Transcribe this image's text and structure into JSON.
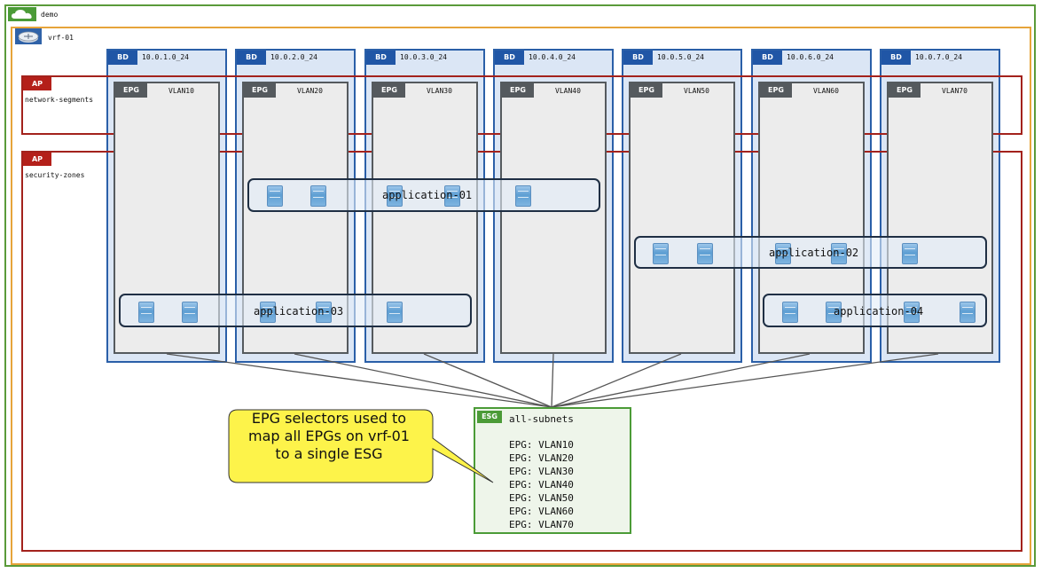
{
  "tenant": {
    "label": "demo",
    "tag_icon": "cloud-icon"
  },
  "vrf": {
    "label": "vrf-01",
    "tag_icon": "router-icon"
  },
  "tags": {
    "bd": "BD",
    "epg": "EPG",
    "ap": "AP",
    "esg": "ESG"
  },
  "bridge_domains": [
    {
      "name": "10.0.1.0_24",
      "epg": "VLAN10"
    },
    {
      "name": "10.0.2.0_24",
      "epg": "VLAN20"
    },
    {
      "name": "10.0.3.0_24",
      "epg": "VLAN30"
    },
    {
      "name": "10.0.4.0_24",
      "epg": "VLAN40"
    },
    {
      "name": "10.0.5.0_24",
      "epg": "VLAN50"
    },
    {
      "name": "10.0.6.0_24",
      "epg": "VLAN60"
    },
    {
      "name": "10.0.7.0_24",
      "epg": "VLAN70"
    }
  ],
  "app_profiles": [
    {
      "name": "network-segments"
    },
    {
      "name": "security-zones"
    }
  ],
  "applications": [
    {
      "name": "application-01"
    },
    {
      "name": "application-02"
    },
    {
      "name": "application-03"
    },
    {
      "name": "application-04"
    }
  ],
  "esg": {
    "name": "all-subnets",
    "selectors": [
      "EPG: VLAN10",
      "EPG: VLAN20",
      "EPG: VLAN30",
      "EPG: VLAN40",
      "EPG: VLAN50",
      "EPG: VLAN60",
      "EPG: VLAN70"
    ]
  },
  "callout": {
    "lines": [
      "EPG selectors used to",
      "map all EPGs on vrf-01",
      "to a single ESG"
    ],
    "fill": "#fdf34a"
  },
  "colors": {
    "tenant": "#5a9a3a",
    "vrf": "#e6a43a",
    "bd": "#2a5fa8",
    "ap": "#a3221c",
    "epg": "#555a5e",
    "esg": "#4b9b37"
  }
}
